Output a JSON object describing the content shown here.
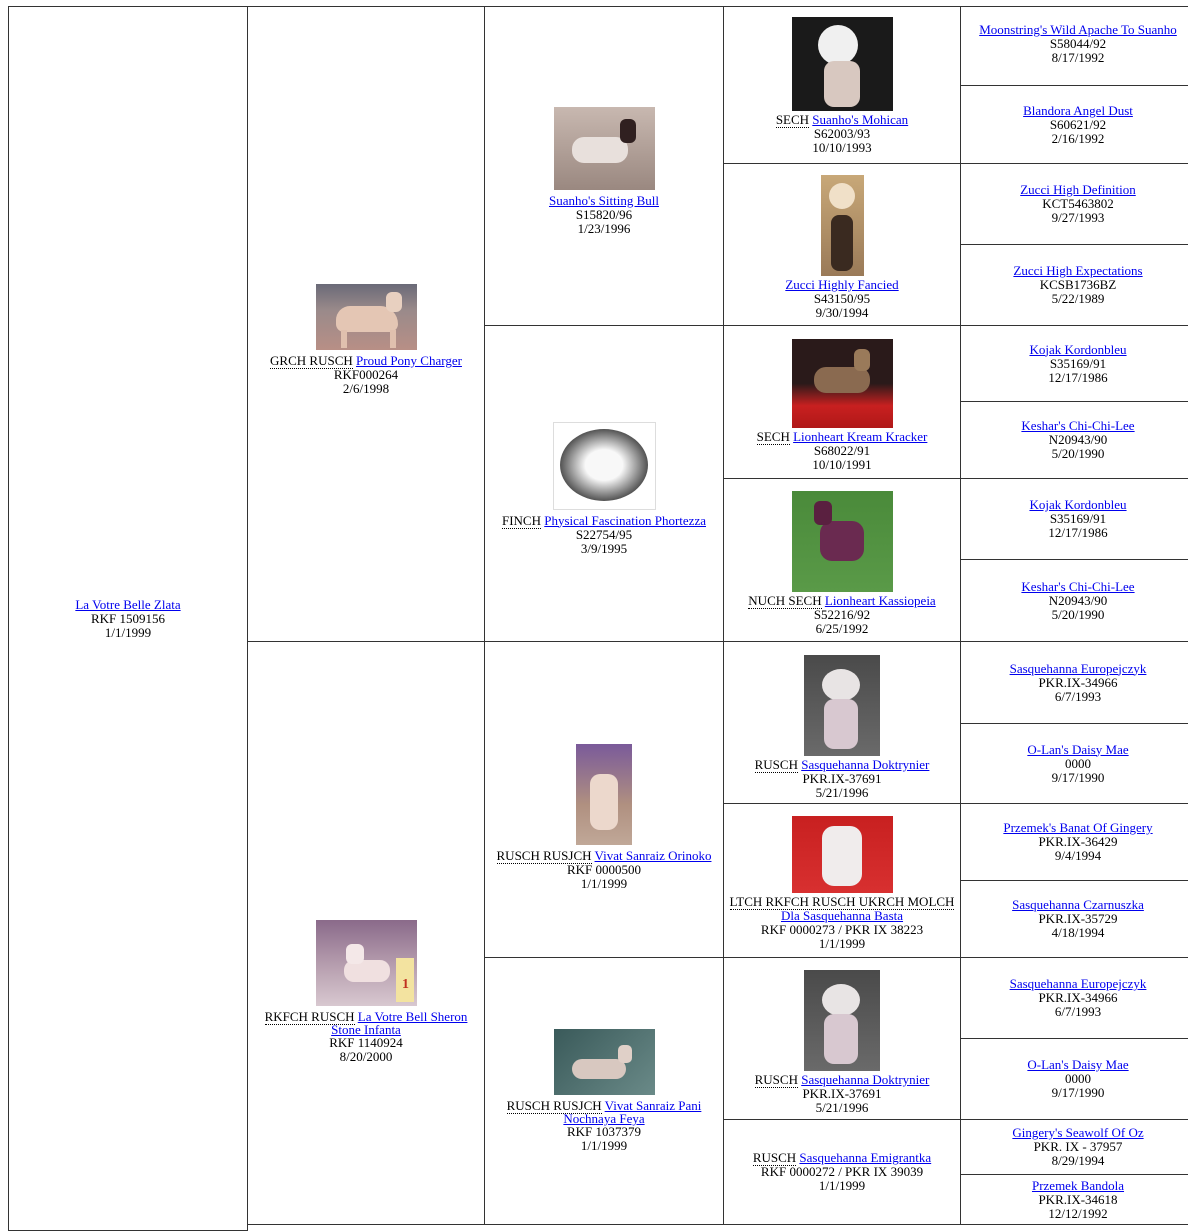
{
  "dog": {
    "name": "La Votre Belle Zlata",
    "reg": "RKF 1509156",
    "date": "1/1/1999"
  },
  "sire": {
    "titles": "GRCH RUSCH",
    "name": "Proud Pony Charger",
    "reg": "RKF000264",
    "date": "2/6/1998"
  },
  "dam": {
    "titles": "RKFCH RUSCH",
    "name": "La Votre Bell Sheron Stone Infanta",
    "reg": "RKF 1140924",
    "date": "8/20/2000"
  },
  "sire_sire": {
    "titles": "",
    "name": "Suanho's Sitting Bull",
    "reg": "S15820/96",
    "date": "1/23/1996"
  },
  "sire_dam": {
    "titles": "FINCH",
    "name": "Physical Fascination Phortezza",
    "reg": "S22754/95",
    "date": "3/9/1995"
  },
  "dam_sire": {
    "titles": "RUSCH RUSJCH",
    "name": "Vivat Sanraiz Orinoko",
    "reg": "RKF 0000500",
    "date": "1/1/1999"
  },
  "dam_dam": {
    "titles": "RUSCH RUSJCH",
    "name": "Vivat Sanraiz Pani Nochnaya Feya",
    "reg": "RKF 1037379",
    "date": "1/1/1999"
  },
  "gen3": [
    {
      "titles": "SECH",
      "name": "Suanho's Mohican",
      "reg": "S62003/93",
      "date": "10/10/1993"
    },
    {
      "titles": "",
      "name": "Zucci Highly Fancied",
      "reg": "S43150/95",
      "date": "9/30/1994"
    },
    {
      "titles": "SECH",
      "name": "Lionheart Kream Kracker",
      "reg": "S68022/91",
      "date": "10/10/1991"
    },
    {
      "titles": "NUCH SECH",
      "name": "Lionheart Kassiopeia",
      "reg": "S52216/92",
      "date": "6/25/1992"
    },
    {
      "titles": "RUSCH",
      "name": "Sasquehanna Doktrynier",
      "reg": "PKR.IX-37691",
      "date": "5/21/1996"
    },
    {
      "titles": "LTCH RKFCH RUSCH UKRCH MOLCH",
      "name": "Dla Sasquehanna Basta",
      "reg": "RKF 0000273 / PKR IX 38223",
      "date": "1/1/1999"
    },
    {
      "titles": "RUSCH",
      "name": "Sasquehanna Doktrynier",
      "reg": "PKR.IX-37691",
      "date": "5/21/1996"
    },
    {
      "titles": "RUSCH",
      "name": "Sasquehanna Emigrantka",
      "reg": "RKF 0000272 / PKR IX 39039",
      "date": "1/1/1999"
    }
  ],
  "gen4": [
    {
      "name": "Moonstring's Wild Apache To Suanho",
      "reg": "S58044/92",
      "date": "8/17/1992"
    },
    {
      "name": "Blandora Angel Dust",
      "reg": "S60621/92",
      "date": "2/16/1992"
    },
    {
      "name": "Zucci High Definition",
      "reg": "KCT5463802",
      "date": "9/27/1993"
    },
    {
      "name": "Zucci High Expectations",
      "reg": "KCSB1736BZ",
      "date": "5/22/1989"
    },
    {
      "name": "Kojak Kordonbleu",
      "reg": "S35169/91",
      "date": "12/17/1986"
    },
    {
      "name": "Keshar's Chi-Chi-Lee",
      "reg": "N20943/90",
      "date": "5/20/1990"
    },
    {
      "name": "Kojak Kordonbleu",
      "reg": "S35169/91",
      "date": "12/17/1986"
    },
    {
      "name": "Keshar's Chi-Chi-Lee",
      "reg": "N20943/90",
      "date": "5/20/1990"
    },
    {
      "name": "Sasquehanna Europejczyk",
      "reg": "PKR.IX-34966",
      "date": "6/7/1993"
    },
    {
      "name": "O-Lan's Daisy Mae",
      "reg": "0000",
      "date": "9/17/1990"
    },
    {
      "name": "Przemek's Banat Of Gingery",
      "reg": "PKR.IX-36429",
      "date": "9/4/1994"
    },
    {
      "name": "Sasquehanna Czarnuszka",
      "reg": "PKR.IX-35729",
      "date": "4/18/1994"
    },
    {
      "name": "Sasquehanna Europejczyk",
      "reg": "PKR.IX-34966",
      "date": "6/7/1993"
    },
    {
      "name": "O-Lan's Daisy Mae",
      "reg": "0000",
      "date": "9/17/1990"
    },
    {
      "name": "Gingery's Seawolf Of Oz",
      "reg": "PKR. IX - 37957",
      "date": "8/29/1994"
    },
    {
      "name": "Przemek Bandola",
      "reg": "PKR.IX-34618",
      "date": "12/12/1992"
    }
  ]
}
